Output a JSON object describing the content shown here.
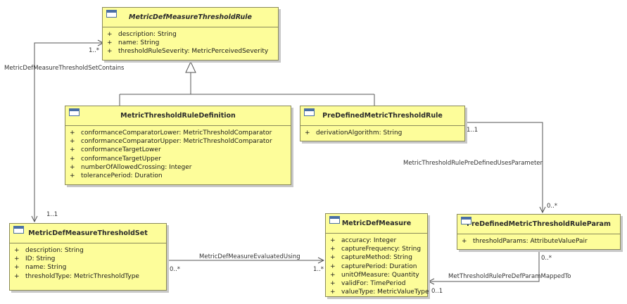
{
  "classes": {
    "rule": {
      "name": "MetricDefMeasureThresholdRule",
      "attributes": [
        {
          "vis": "+",
          "text": "description: String"
        },
        {
          "vis": "+",
          "text": "name: String"
        },
        {
          "vis": "+",
          "text": "thresholdRuleSeverity: MetricPerceivedSeverity"
        }
      ]
    },
    "ruleDefinition": {
      "name": "MetricThresholdRuleDefinition",
      "attributes": [
        {
          "vis": "+",
          "text": "conformanceComparatorLower: MetricThresholdComparator"
        },
        {
          "vis": "+",
          "text": "conformanceComparatorUpper: MetricThresholdComparator"
        },
        {
          "vis": "+",
          "text": "conformanceTargetLower"
        },
        {
          "vis": "+",
          "text": "conformanceTargetUpper"
        },
        {
          "vis": "+",
          "text": "numberOfAllowedCrossing: Integer"
        },
        {
          "vis": "+",
          "text": "tolerancePeriod: Duration"
        }
      ]
    },
    "preDefinedRule": {
      "name": "PreDefinedMetricThresholdRule",
      "attributes": [
        {
          "vis": "+",
          "text": "derivationAlgorithm: String"
        }
      ]
    },
    "thresholdSet": {
      "name": "MetricDefMeasureThresholdSet",
      "attributes": [
        {
          "vis": "+",
          "text": "description: String"
        },
        {
          "vis": "+",
          "text": "ID: String"
        },
        {
          "vis": "+",
          "text": "name: String"
        },
        {
          "vis": "+",
          "text": "thresholdType: MetricThresholdType"
        }
      ]
    },
    "measure": {
      "name": "MetricDefMeasure",
      "attributes": [
        {
          "vis": "+",
          "text": "accuracy: Integer"
        },
        {
          "vis": "+",
          "text": "captureFrequency: String"
        },
        {
          "vis": "+",
          "text": "captureMethod: String"
        },
        {
          "vis": "+",
          "text": "capturePeriod: Duration"
        },
        {
          "vis": "+",
          "text": "unitOfMeasure: Quantity"
        },
        {
          "vis": "+",
          "text": "validFor: TimePeriod"
        },
        {
          "vis": "+",
          "text": "valueType: MetricValueType"
        }
      ]
    },
    "ruleParam": {
      "name": "PreDefinedMetricThresholdRuleParam",
      "attributes": [
        {
          "vis": "+",
          "text": "thresholdParams: AttributeValuePair"
        }
      ]
    }
  },
  "associations": {
    "setContains": {
      "name": "MetricDefMeasureThresholdSetContains",
      "mult_rule": "1..*",
      "mult_set": "1..1"
    },
    "evaluatedUsing": {
      "name": "MetricDefMeasureEvaluatedUsing",
      "mult_set": "0..*",
      "mult_measure": "1..*"
    },
    "usesParameter": {
      "name": "MetricThresholdRulePreDefinedUsesParameter",
      "mult_rule": "1..1",
      "mult_param": "0..*"
    },
    "mappedTo": {
      "name": "MetThresholdRulePreDefParamMappedTo",
      "mult_param": "0..*",
      "mult_measure": "0..1"
    }
  }
}
